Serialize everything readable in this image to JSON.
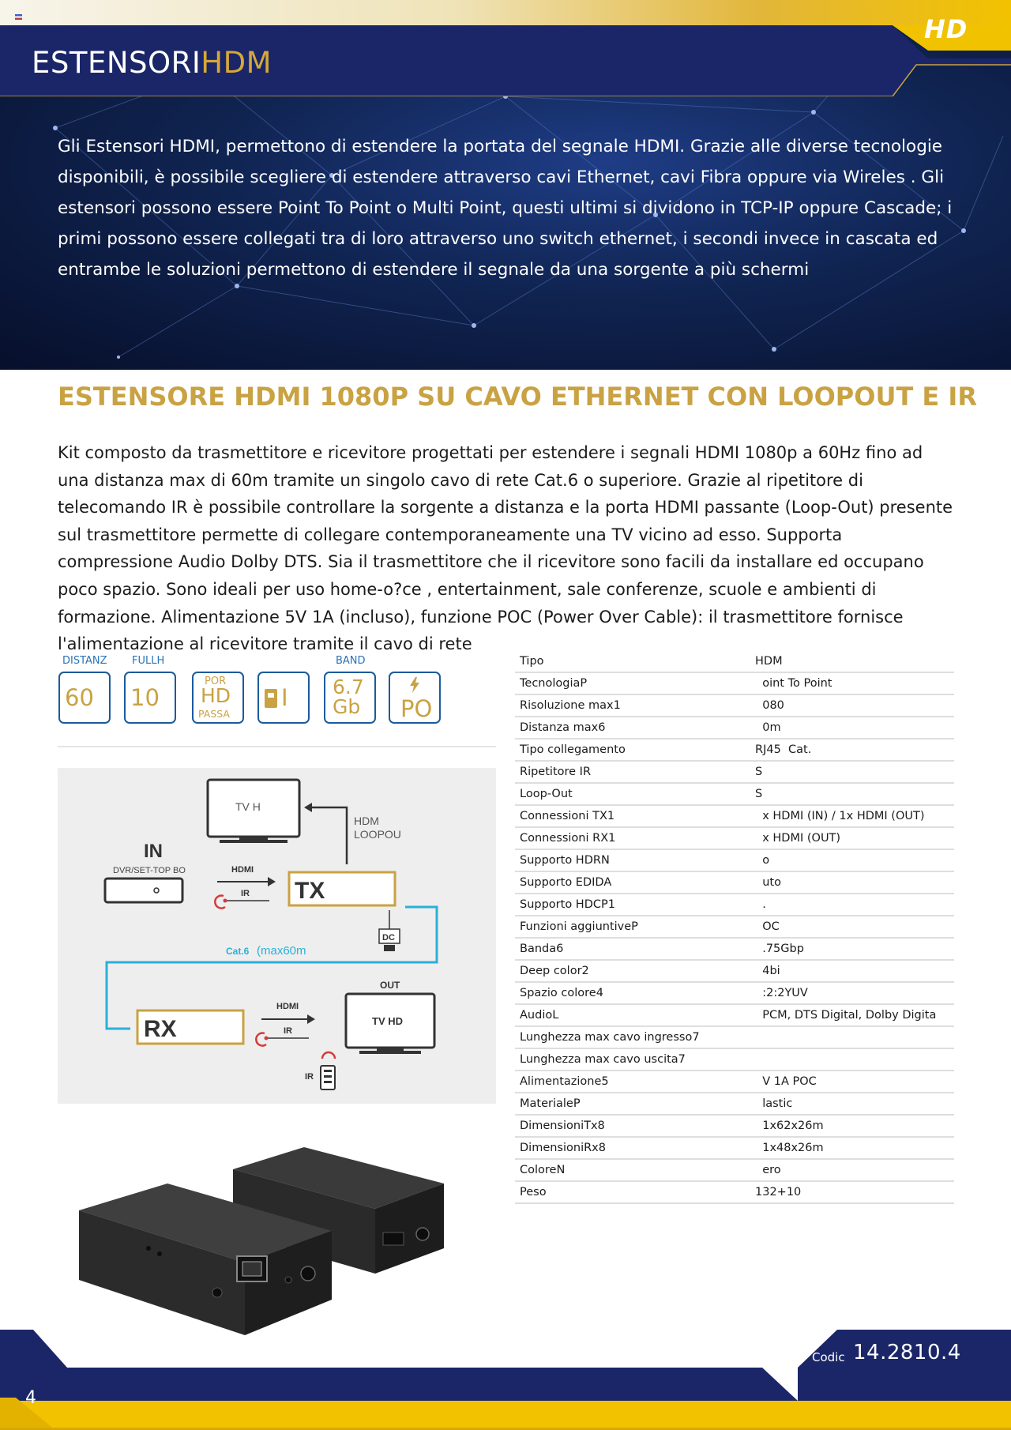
{
  "header": {
    "title_main": "ESTENSORI",
    "title_accent": "HDM",
    "logo": "HD"
  },
  "intro": "Gli Estensori HDMI, permettono di estendere la portata del segnale HDMI. Grazie alle diverse tecnologie disponibili, è possibile scegliere di estendere attraverso cavi Ethernet, cavi Fibra oppure via Wireles . Gli estensori possono essere Point To Point o Multi Point, questi ultimi si dividono in TCP-IP oppure Cascade; i primi possono essere collegati tra di loro attraverso uno switch ethernet, i secondi invece in cascata ed entrambe le soluzioni permettono di estendere il segnale da una sorgente a più schermi",
  "product": {
    "title": "ESTENSORE HDMI 1080P SU CAVO ETHERNET CON LOOPOUT E IR",
    "description": "Kit composto da trasmettitore e ricevitore progettati per estendere i segnali HDMI 1080p a 60Hz fino ad una distanza max di 60m tramite un singolo cavo di rete Cat.6 o superiore. Grazie al ripetitore di telecomando IR è possibile controllare la sorgente a distanza e la porta HDMI passante (Loop-Out) presente sul trasmettitore permette di collegare contemporaneamente una TV vicino ad esso. Supporta compressione Audio Dolby DTS. Sia il trasmettitore che il ricevitore sono facili da installare ed occupano poco spazio. Sono ideali per uso home-o?ce , entertainment, sale conferenze, scuole e ambienti di formazione. Alimentazione 5V 1A (incluso), funzione POC (Power Over Cable): il trasmettitore fornisce l'alimentazione al ricevitore tramite il cavo di rete"
  },
  "features": [
    {
      "label": "DISTANZ",
      "value": "60"
    },
    {
      "label": "FULLH",
      "value": "10"
    },
    {
      "label": "",
      "top": "POR",
      "value": "HD",
      "bottom": "PASSA"
    },
    {
      "label": "",
      "value": "I",
      "icon": "ir-remote-icon"
    },
    {
      "label": "BAND",
      "value": "6.7",
      "bottom": "Gb"
    },
    {
      "label": "",
      "value": "PO",
      "icon": "lightning-icon"
    }
  ],
  "diagram": {
    "tv_top": "TV H",
    "hdmi_loop": "HDM",
    "loopout": "LOOPOU",
    "in_label": "IN",
    "dvr": "DVR/SET-TOP BO",
    "hdmi_1": "HDMI",
    "ir_1": "IR",
    "tx": "TX",
    "dc": "DC",
    "cat6": "Cat.6",
    "cat6_max": "(max60m",
    "out": "OUT",
    "hdmi_2": "HDMI",
    "ir_2": "IR",
    "rx": "RX",
    "tv_hd": "TV HD",
    "ir_remote": "IR"
  },
  "specs": [
    {
      "k": "Tipo",
      "v": "HDM"
    },
    {
      "k": "TecnologiaP",
      "v": "  oint To Point"
    },
    {
      "k": "Risoluzione max1",
      "v": "  080"
    },
    {
      "k": "Distanza max6",
      "v": "  0m"
    },
    {
      "k": "Tipo collegamento",
      "v": "RJ45  Cat."
    },
    {
      "k": "Ripetitore IR",
      "v": "S"
    },
    {
      "k": "Loop-Out",
      "v": "S"
    },
    {
      "k": "Connessioni TX1",
      "v": "  x HDMI (IN) / 1x HDMI (OUT)"
    },
    {
      "k": "Connessioni RX1",
      "v": "  x HDMI (OUT)"
    },
    {
      "k": "Supporto HDRN",
      "v": "  o"
    },
    {
      "k": "Supporto EDIDA",
      "v": "  uto"
    },
    {
      "k": "Supporto HDCP1",
      "v": "  ."
    },
    {
      "k": "Funzioni aggiuntiveP",
      "v": "  OC"
    },
    {
      "k": "Banda6",
      "v": "  .75Gbp"
    },
    {
      "k": "Deep color2",
      "v": "  4bi"
    },
    {
      "k": "Spazio colore4",
      "v": "  :2:2YUV"
    },
    {
      "k": "AudioL",
      "v": "  PCM, DTS Digital, Dolby Digita"
    },
    {
      "k": "Lunghezza max cavo ingresso7",
      "v": ""
    },
    {
      "k": "Lunghezza max cavo uscita7",
      "v": ""
    },
    {
      "k": "Alimentazione5",
      "v": "  V 1A POC"
    },
    {
      "k": "MaterialeP",
      "v": "  lastic"
    },
    {
      "k": "DimensioniTx8",
      "v": "  1x62x26m"
    },
    {
      "k": "DimensioniRx8",
      "v": "  1x48x26m"
    },
    {
      "k": "ColoreN",
      "v": "  ero"
    },
    {
      "k": "Peso",
      "v": "132+10"
    }
  ],
  "footer": {
    "code_label": "Codic",
    "code_value": "14.2810.4",
    "page_number": "4"
  },
  "colors": {
    "navy": "#1a2a6c",
    "gold": "#c9a243",
    "blue_outline": "#1b5b9c",
    "cable_cyan": "#2ab0d8"
  }
}
